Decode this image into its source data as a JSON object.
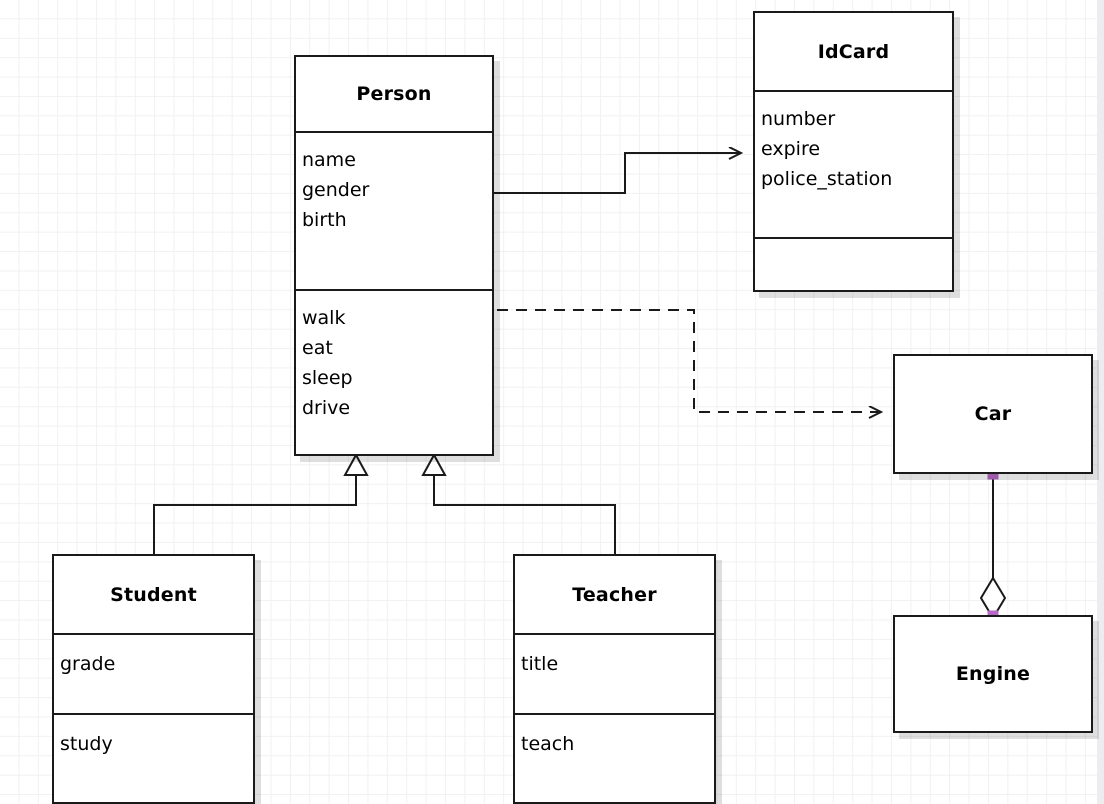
{
  "diagram": {
    "type": "uml-class-diagram",
    "background": "#ffffff",
    "grid_color": "#f1f1f1",
    "line_color": "#1a1a1a",
    "handle_color": "#b668c4"
  },
  "classes": {
    "person": {
      "name": "Person",
      "attributes": "name\ngender\nbirth",
      "methods": "walk\neat\nsleep\ndrive"
    },
    "idcard": {
      "name": "IdCard",
      "attributes": "number\nexpire\npolice_station",
      "methods": ""
    },
    "student": {
      "name": "Student",
      "attributes": "grade",
      "methods": "study"
    },
    "teacher": {
      "name": "Teacher",
      "attributes": "title",
      "methods": "teach"
    },
    "car": {
      "name": "Car"
    },
    "engine": {
      "name": "Engine"
    }
  },
  "relationships": [
    {
      "id": "person-idcard",
      "kind": "association",
      "from": "Person",
      "to": "IdCard",
      "line": "solid",
      "arrow": "open"
    },
    {
      "id": "person-car",
      "kind": "dependency",
      "from": "Person",
      "to": "Car",
      "line": "dashed",
      "arrow": "open"
    },
    {
      "id": "student-person",
      "kind": "generalization",
      "from": "Student",
      "to": "Person",
      "line": "solid",
      "arrow": "hollow-triangle"
    },
    {
      "id": "teacher-person",
      "kind": "generalization",
      "from": "Teacher",
      "to": "Person",
      "line": "solid",
      "arrow": "hollow-triangle"
    },
    {
      "id": "car-engine",
      "kind": "aggregation",
      "from": "Car",
      "to": "Engine",
      "line": "solid",
      "arrow": "hollow-diamond",
      "selected": true
    }
  ]
}
